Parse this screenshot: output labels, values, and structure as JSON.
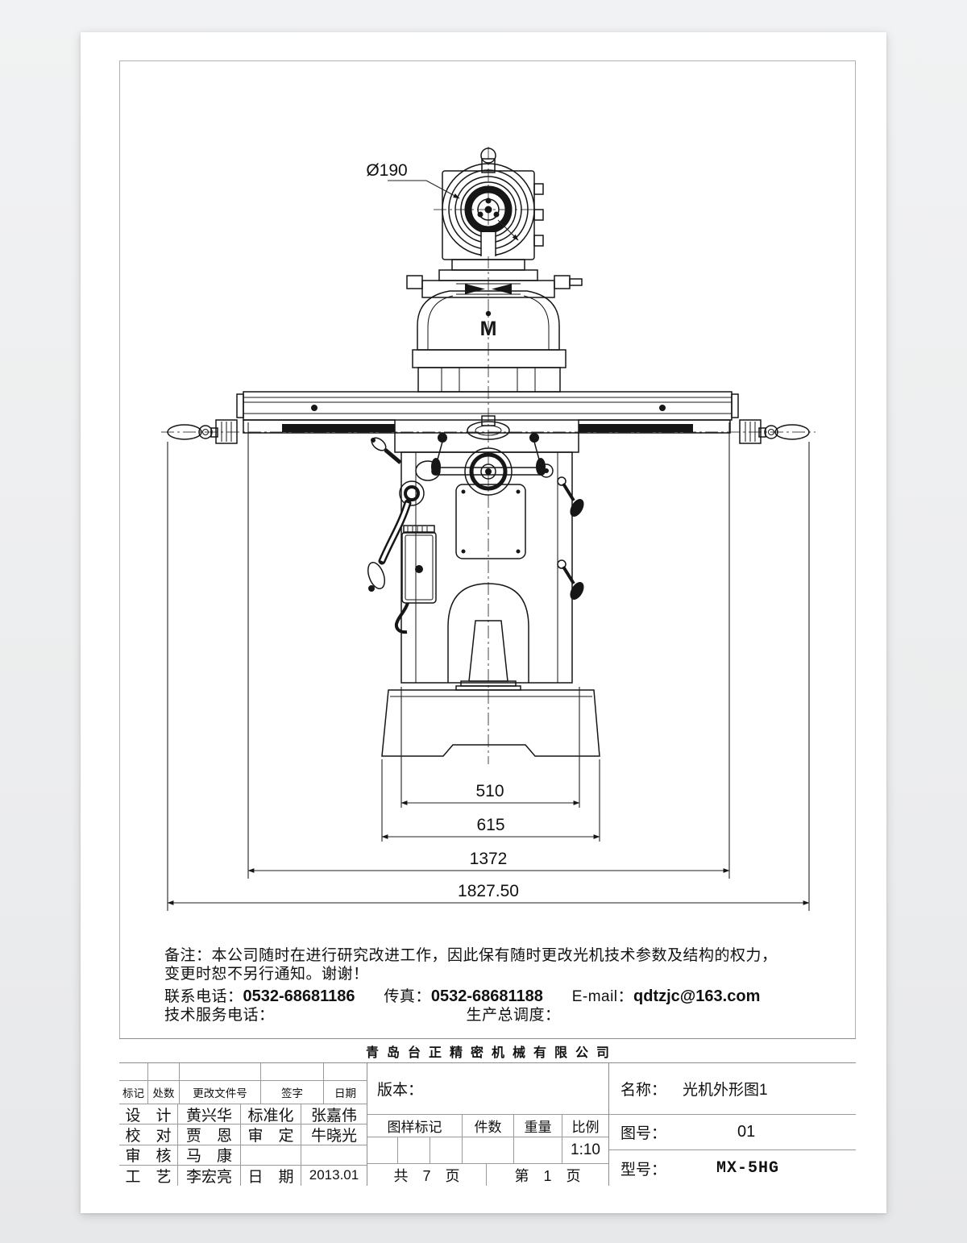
{
  "drawing": {
    "diameter_label": "Ø190",
    "logo_letter": "M",
    "dims": {
      "inner": "510",
      "mid": "615",
      "table": "1372",
      "overall": "1827.50"
    }
  },
  "notes": {
    "remark_line1": "备注：本公司随时在进行研究改进工作，因此保有随时更改光机技术参数及结构的权力，",
    "remark_line2": "变更时恕不另行通知。谢谢！",
    "contact_label": "联系电话：",
    "contact_phone": "0532-68681186",
    "fax_label": "传真：",
    "fax_phone": "0532-68681188",
    "email_label": "E-mail：",
    "email": "qdtzjc@163.com",
    "service_label": "技术服务电话：",
    "dispatch_label": "生产总调度："
  },
  "company": "青岛台正精密机械有限公司",
  "titleblock": {
    "rev_headers": [
      "标记",
      "处数",
      "更改文件号",
      "签字",
      "日期"
    ],
    "sign_rows": [
      [
        "设　计",
        "黄兴华",
        "标准化",
        "张嘉伟"
      ],
      [
        "校　对",
        "贾　恩",
        "审　定",
        "牛晓光"
      ],
      [
        "审　核",
        "马　康",
        "",
        ""
      ],
      [
        "工　艺",
        "李宏亮",
        "日　期",
        "2013.01"
      ]
    ],
    "version_label": "版本：",
    "mark_header": "图样标记",
    "qty_header": "件数",
    "weight_header": "重量",
    "scale_header": "比例",
    "scale_value": "1:10",
    "pages_total": "共　7　页",
    "page_current": "第　1　页",
    "name_label": "名称：",
    "name_value": "光机外形图1",
    "drawing_no_label": "图号：",
    "drawing_no_value": "01",
    "model_label": "型号：",
    "model_value": "MX-5HG"
  }
}
